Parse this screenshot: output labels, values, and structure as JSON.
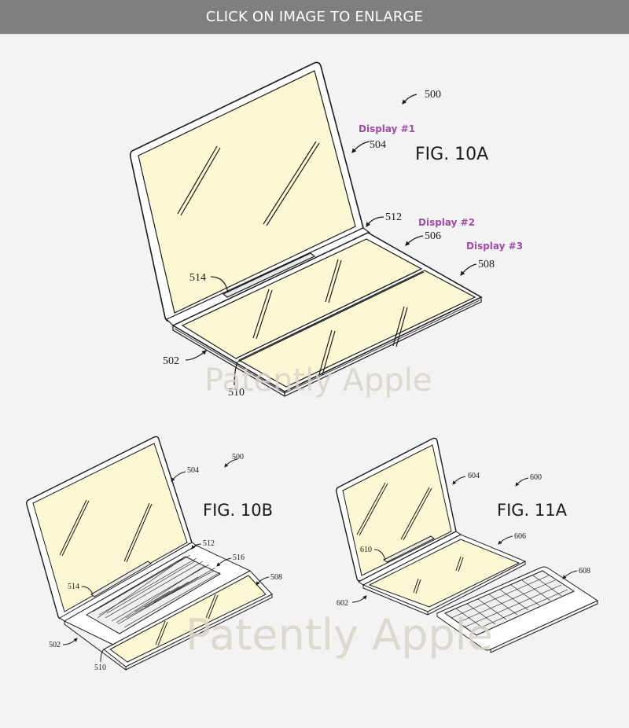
{
  "banner": {
    "label": "CLICK ON IMAGE TO ENLARGE",
    "bg_color": "#7f7f7f",
    "text_color": "#ffffff"
  },
  "colors": {
    "background": "#f3f3f3",
    "screen_fill": "#fdf8d4",
    "line": "#1a1a1a",
    "callout_purple": "#a24aa8",
    "watermark": "#d8d2c8"
  },
  "watermarks": [
    "Patently Apple",
    "Patently Apple"
  ],
  "fig10a": {
    "title": "FIG. 10A",
    "refs": {
      "r500": "500",
      "r504": "504",
      "r512": "512",
      "r506": "506",
      "r508": "508",
      "r514": "514",
      "r502": "502",
      "r510": "510"
    },
    "callouts": {
      "display1": "Display #1",
      "display2": "Display #2",
      "display3": "Display #3"
    }
  },
  "fig10b": {
    "title": "FIG. 10B",
    "refs": {
      "r500": "500",
      "r504": "504",
      "r512": "512",
      "r516": "516",
      "r508": "508",
      "r514": "514",
      "r502": "502",
      "r510": "510"
    }
  },
  "fig11a": {
    "title": "FIG. 11A",
    "refs": {
      "r600": "600",
      "r604": "604",
      "r606": "606",
      "r610": "610",
      "r608": "608",
      "r602": "602"
    }
  }
}
